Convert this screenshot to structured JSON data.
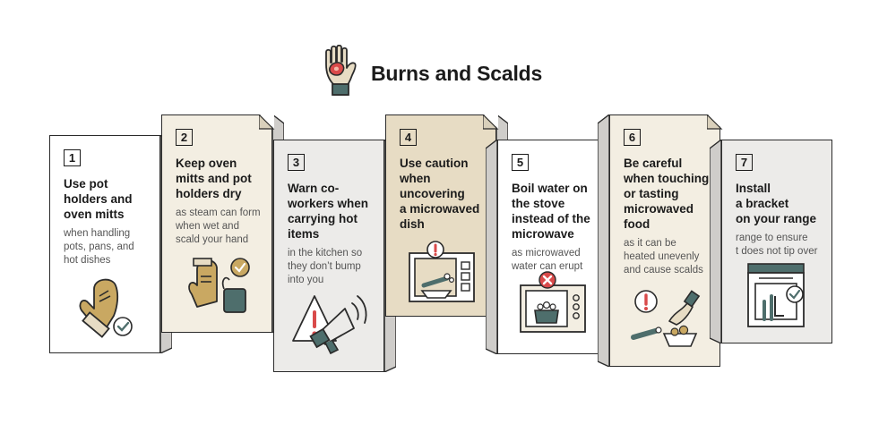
{
  "title": "Burns and Scalds",
  "steps": [
    {
      "num": "1",
      "heading_lines": [
        "Use pot",
        "holders and",
        "oven mitts"
      ],
      "sub_lines": [
        "when handling",
        "pots, pans, and",
        "hot dishes"
      ],
      "icon": "oven-mitt-icon"
    },
    {
      "num": "2",
      "heading_lines": [
        "Keep oven",
        "mitts and pot",
        "holders dry"
      ],
      "sub_lines": [
        "as steam can form",
        "when wet and",
        "scald your hand"
      ],
      "icon": "mitts-and-holders-icon"
    },
    {
      "num": "3",
      "heading_lines": [
        "Warn co-",
        "workers when",
        "carrying hot",
        "items"
      ],
      "sub_lines": [
        "in the kitchen so",
        "they don’t bump",
        "into you"
      ],
      "icon": "megaphone-warning-icon"
    },
    {
      "num": "4",
      "heading_lines": [
        "Use caution",
        "when",
        "uncovering",
        "a microwaved",
        "dish"
      ],
      "sub_lines": [],
      "icon": "microwave-caution-icon"
    },
    {
      "num": "5",
      "heading_lines": [
        "Boil water on",
        "the stove",
        "instead of the",
        "microwave"
      ],
      "sub_lines": [
        "as microwaved",
        "water can erupt"
      ],
      "icon": "no-microwave-boil-icon"
    },
    {
      "num": "6",
      "heading_lines": [
        "Be careful",
        "when touching",
        "or tasting",
        "microwaved",
        "food"
      ],
      "sub_lines": [
        "as it can be",
        "heated unevenly",
        "and cause scalds"
      ],
      "icon": "hot-food-warning-icon"
    },
    {
      "num": "7",
      "heading_lines": [
        "Install",
        "a bracket",
        "on your range"
      ],
      "sub_lines": [
        "range to ensure",
        "t does not tip over"
      ],
      "icon": "range-bracket-icon"
    }
  ],
  "colors": {
    "white": "#ffffff",
    "cream": "#f3eee2",
    "gray": "#ecebe9",
    "tan": "#e7dcc4",
    "mustard": "#c9a862",
    "teal": "#4e6e6c",
    "red": "#d94a4a",
    "outline": "#2b2b2b"
  }
}
